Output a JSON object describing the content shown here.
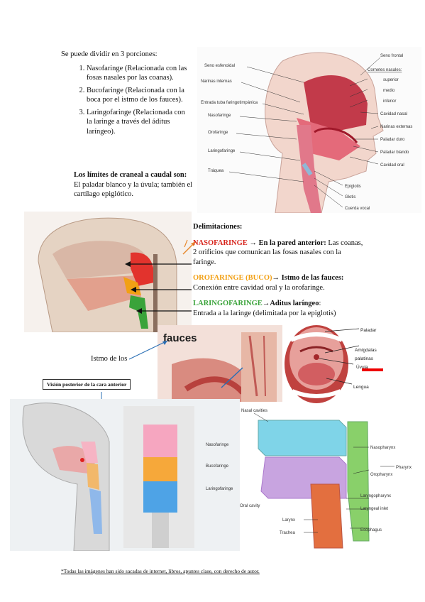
{
  "intro": {
    "heading": "Se puede dividir en 3 porciones:",
    "items": [
      "Nasofaringe (Relacionada con las fosas nasales por las coanas).",
      "Bucofaringe (Relacionada con la boca por el istmo de los fauces).",
      "Laringofaringe (Relacionada con la laringe a través del áditus laríngeo)."
    ]
  },
  "limits": {
    "lead": "Los límites de craneal a caudal son:",
    "text": " El paladar blanco y la úvula; también el cartílago epiglótico."
  },
  "fig1_labels": {
    "seno_esfenoidal": "Seno esfenoidal",
    "narinas_internas": "Narinas internas",
    "entrada_tuba": "Entrada tuba faringotimpánica",
    "nasofaringe": "Nasofaringe",
    "orofaringe": "Orofaringe",
    "laringofaringe": "Laringofaringe",
    "traquea": "Tráquea",
    "seno_frontal": "Seno frontal",
    "cornetes": "Cornetes nasales:",
    "superior": "superior",
    "medio": "medio",
    "inferior": "inferior",
    "cavidad_nasal": "Cavidad nasal",
    "narinas_externas": "Narinas externas",
    "paladar_duro": "Paladar duro",
    "paladar_blando": "Paladar blando",
    "cavidad_oral": "Cavidad oral",
    "epiglotis": "Epiglotis",
    "glotis": "Glotis",
    "cuerda_vocal": "Cuerda vocal"
  },
  "delimitaciones": {
    "title": "Delimitaciones:",
    "naso_name": "NASOFARINGE",
    "naso_head": " → En la pared anterior:",
    "naso_text": " Las coanas, 2 orificios que comunican las fosas nasales con la faringe.",
    "oro_name": "OROFARINGE (BUCO)",
    "oro_head": "→ Istmo de las fauces:",
    "oro_text": "Conexión entre cavidad oral y la orofaringe.",
    "laringo_name": "LARINGOFARINGE",
    "laringo_head": "→Aditus laríngeo",
    "laringo_text": "Entrada a la laringe (delimitada por la epiglotis)"
  },
  "fauces": {
    "label": "fauces",
    "istmo": "Istmo de los"
  },
  "mouth": {
    "paladar": "Paladar",
    "amigdalas": "Amígdalas",
    "palatinas": "palatinas",
    "uvula": "Úvula",
    "lengua": "Lengua"
  },
  "vision_box": "Visión posterior de la cara anterior",
  "fig4_labels": {
    "nasofaringe": "Nasofaringe",
    "bucofaringe": "Bucofaringe",
    "laringofaringe": "Laringofaringe"
  },
  "fig5_labels": {
    "nasal_cavities": "Nasal cavities",
    "nasopharynx": "Nasopharynx",
    "pharynx": "Pharynx",
    "oropharynx": "Oropharynx",
    "oral_cavity": "Oral cavity",
    "laryngopharynx": "Laryngopharynx",
    "laryngeal_inlet": "Laryngeal inlet",
    "larynx": "Larynx",
    "trachea": "Trachea",
    "esophagus": "Esophagus"
  },
  "footnote": "*Todas las imágenes han sido sacadas de internet, libros, apuntes clase, con derecho de autor.",
  "colors": {
    "naso": "#d7261e",
    "oro": "#f2a014",
    "laringo": "#3aa33a"
  }
}
